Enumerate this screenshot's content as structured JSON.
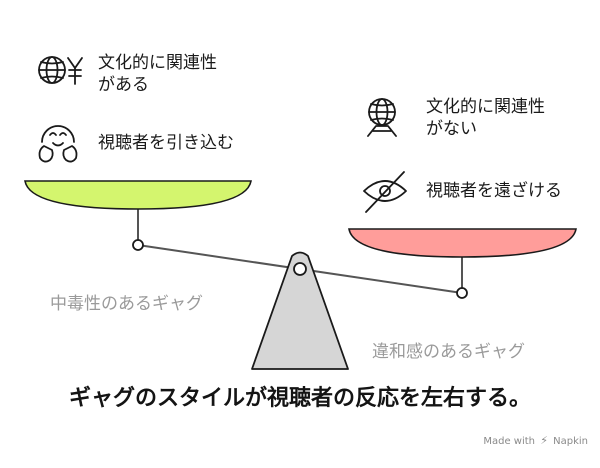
{
  "left_group": {
    "item1_line1": "文化的に関連性",
    "item1_line2": "がある",
    "item2": "視聴者を引き込む",
    "pan_caption": "中毒性のあるギャグ"
  },
  "right_group": {
    "item1_line1": "文化的に関連性",
    "item1_line2": "がない",
    "item2": "視聴者を遠ざける",
    "pan_caption": "違和感のあるギャグ"
  },
  "caption": "ギャグのスタイルが視聴者の反応を左右する。",
  "credit": {
    "prefix": "Made with",
    "brand": "Napkin"
  },
  "colors": {
    "left_pan": "#d4f56e",
    "right_pan": "#ff9d9a",
    "stand": "#d6d6d6",
    "outline": "#1a1a1a"
  },
  "icons": [
    "globe-yen-icon",
    "happy-face-icon",
    "globe-icon",
    "blind-eye-icon",
    "napkin-logo-icon"
  ]
}
